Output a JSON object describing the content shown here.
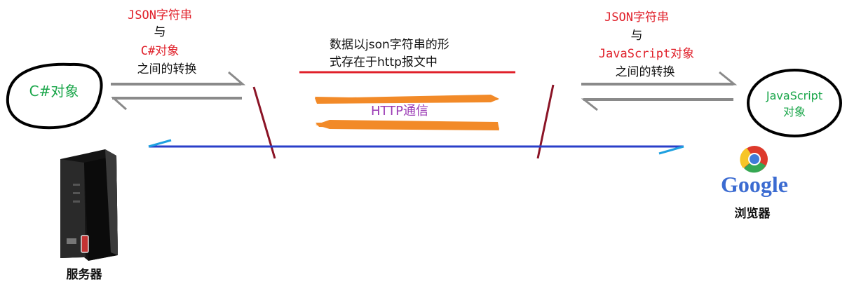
{
  "left_note": {
    "line1": "JSON字符串",
    "line2": "与",
    "line3": "C#对象",
    "line4": "之间的转换"
  },
  "right_note": {
    "line1": "JSON字符串",
    "line2": "与",
    "line3": "JavaScript对象",
    "line4": "之间的转换"
  },
  "center_note": {
    "line1": "数据以json字符串的形",
    "line2": "式存在于http报文中"
  },
  "http_label": "HTTP通信",
  "left_object": "C#对象",
  "right_object": {
    "line1": "JavaScript",
    "line2": "对象"
  },
  "server_label": "服务器",
  "browser_label": "浏览器",
  "google_logo_text": "Google",
  "colors": {
    "red_text": "#e0202a",
    "green_text": "#1aa64a",
    "purple_text": "#9b3bb5",
    "gray_arrow": "#8a8a8a",
    "orange_arrow": "#f28a28",
    "blue_line": "#2a3fc9",
    "cyan_tick": "#1ea0e0",
    "maroon_divider": "#8b1426"
  }
}
